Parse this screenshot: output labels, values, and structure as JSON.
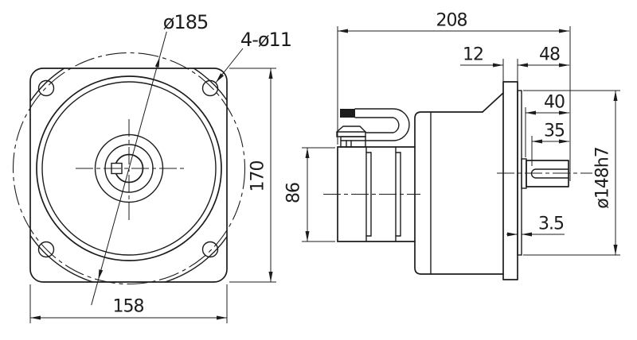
{
  "drawing": {
    "type": "engineering-drawing",
    "subject": "flange-mounted gear motor, two orthographic views",
    "colors": {
      "line": "#1c1c1c",
      "background": "#ffffff"
    },
    "front_view": {
      "bolt_circle_dia": "ø185",
      "mounting_holes": "4-ø11",
      "flange_height": "170",
      "flange_width": "158"
    },
    "side_view": {
      "overall_length": "208",
      "flange_thickness": "12",
      "front_length": "48",
      "shaft_length": "40",
      "key_length": "35",
      "spigot_dia": "ø148h7",
      "spigot_depth": "3.5",
      "rear_body_dia": "86"
    }
  }
}
